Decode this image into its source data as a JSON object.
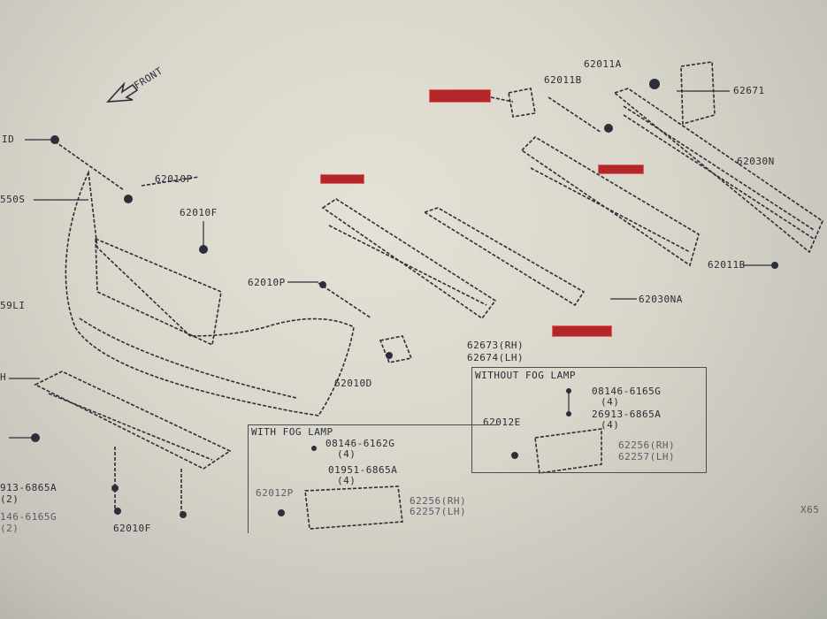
{
  "front_label": "FRONT",
  "labels": {
    "l_id": "ID",
    "l_550s": "550S",
    "l_62010p_a": "62010P",
    "l_62010f_a": "62010F",
    "l_62010p_b": "62010P",
    "l_59li": "59LI",
    "l_62010d": "62010D",
    "l_h": "H",
    "l_62011a": "62011A",
    "l_62011b_a": "62011B",
    "l_62671": "62671",
    "l_62030n": "62030N",
    "l_62011b_b": "62011B",
    "l_62030na": "62030NA",
    "l_62673": "62673(RH)",
    "l_62674": "62674(LH)",
    "l_913": "913-6865A",
    "l_913q": "(2)",
    "l_146": "146-6165G",
    "l_146q": "(2)",
    "l_62010f_b": "62010F",
    "l_x65": "X65"
  },
  "without_fog": {
    "title": "WITHOUT FOG LAMP",
    "bolt": "08146-6165G",
    "bolt_qty": "(4)",
    "nut": "26913-6865A",
    "nut_qty": "(4)",
    "clip": "62012E",
    "rh": "62256(RH)",
    "lh": "62257(LH)"
  },
  "with_fog": {
    "title": "WITH FOG LAMP",
    "bolt": "08146-6162G",
    "bolt_qty": "(4)",
    "nut": "01951-6865A",
    "nut_qty": "(4)",
    "clip": "62012P",
    "rh": "62256(RH)",
    "lh": "62257(LH)"
  },
  "colors": {
    "redaction": "#b3262a",
    "ink": "#2a2c38"
  }
}
